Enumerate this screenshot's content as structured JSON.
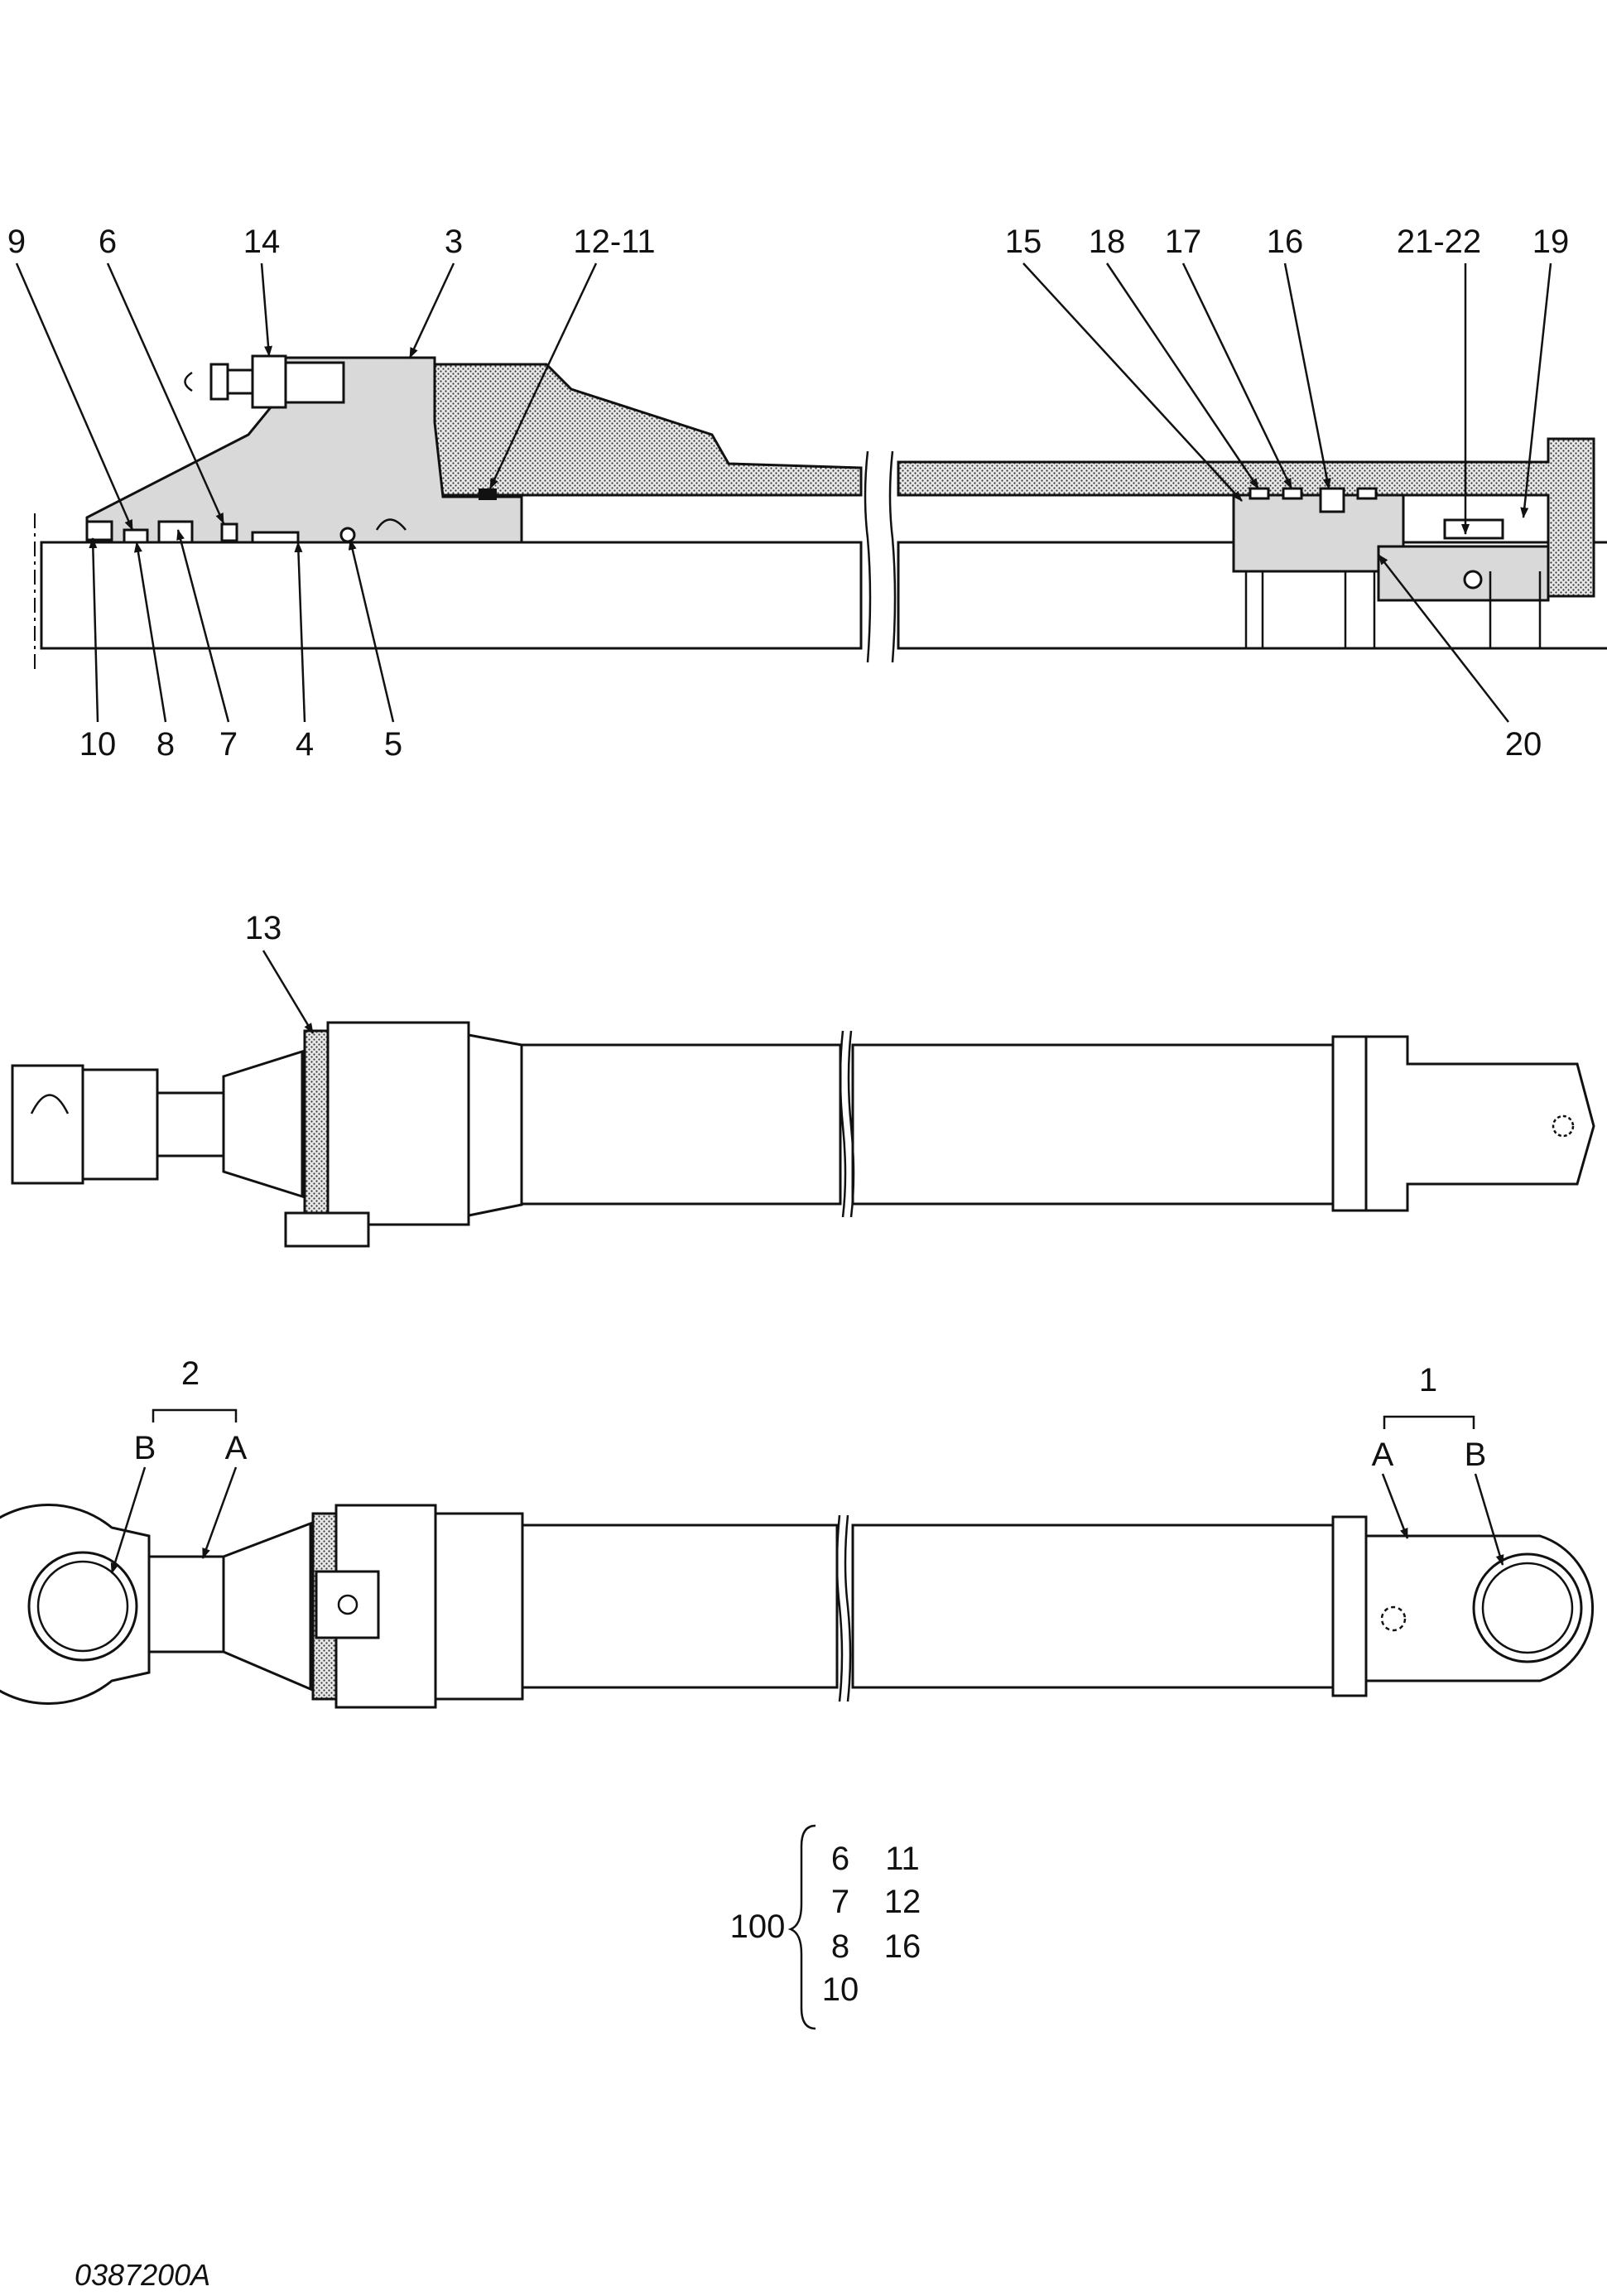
{
  "drawing_id": "0387200A",
  "section_view": {
    "callouts_top": [
      "9",
      "6",
      "14",
      "3",
      "12-11",
      "15",
      "18",
      "17",
      "16",
      "21-22",
      "19"
    ],
    "callouts_bottom": [
      "10",
      "8",
      "7",
      "4",
      "5",
      "20"
    ]
  },
  "side_view": {
    "callouts": [
      "13"
    ]
  },
  "plan_view": {
    "group_left": {
      "number": "2",
      "sub_a": "A",
      "sub_b": "B"
    },
    "group_right": {
      "number": "1",
      "sub_a": "A",
      "sub_b": "B"
    }
  },
  "kit": {
    "number": "100",
    "items": [
      [
        "6",
        "11"
      ],
      [
        "7",
        "12"
      ],
      [
        "8",
        "16"
      ],
      [
        "10",
        ""
      ]
    ]
  }
}
